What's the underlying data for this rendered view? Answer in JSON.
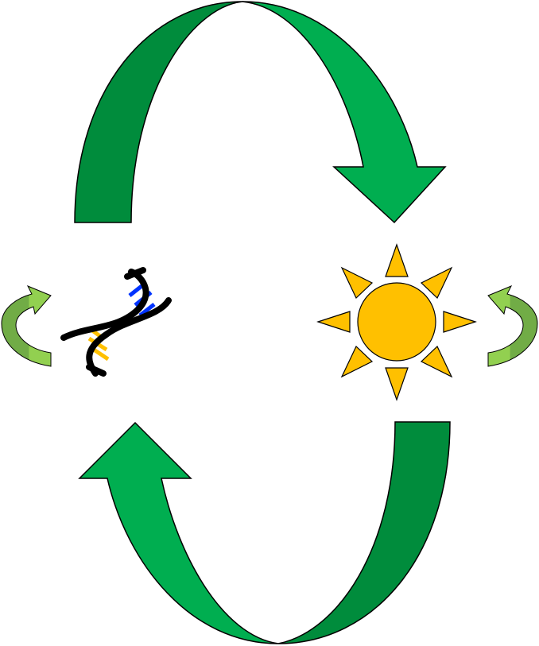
{
  "diagram": {
    "elements": [
      {
        "id": "top-arc-arrow",
        "icon": "curved-arrow-down-right-icon"
      },
      {
        "id": "bottom-arc-arrow",
        "icon": "curved-arrow-up-left-icon"
      },
      {
        "id": "dna",
        "icon": "dna-helix-icon"
      },
      {
        "id": "sun",
        "icon": "sun-icon"
      },
      {
        "id": "left-small-arrow",
        "icon": "curved-arrow-icon"
      },
      {
        "id": "right-small-arrow",
        "icon": "curved-arrow-icon"
      }
    ]
  },
  "colors": {
    "arc_dark": "#008C3C",
    "arc_light": "#00AE50",
    "small_arrow_dark": "#71AC46",
    "small_arrow_light": "#92D050",
    "sun_fill": "#FFC000",
    "dna_stroke": "#000000",
    "dna_rung_blue": "#0033FF",
    "dna_rung_yellow": "#FFC000",
    "outline": "#000000"
  }
}
